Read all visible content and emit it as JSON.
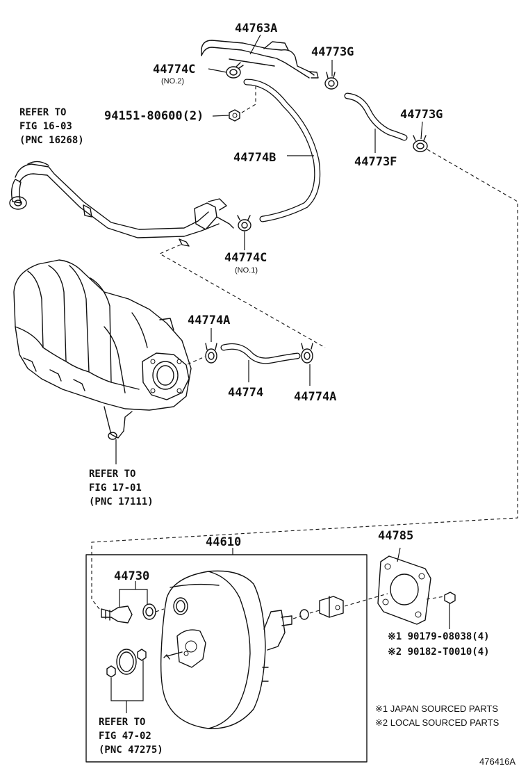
{
  "labels": {
    "p44763A": "44763A",
    "p44773G_top": "44773G",
    "p44774C_no2": "44774C",
    "no2": "(NO.2)",
    "p94151": "94151-80600(2)",
    "p44773G_mid": "44773G",
    "p44774B": "44774B",
    "p44773F": "44773F",
    "p44774C_no1": "44774C",
    "no1": "(NO.1)",
    "p44774A_left": "44774A",
    "p44774": "44774",
    "p44774A_right": "44774A",
    "p44610": "44610",
    "p44785": "44785",
    "p44730": "44730",
    "p90179": "※1 90179-08038(4)",
    "p90182": "※2 90182-T0010(4)"
  },
  "refs": {
    "fig16": {
      "line1": "REFER TO",
      "line2": "FIG 16-03",
      "line3": "(PNC 16268)"
    },
    "fig17": {
      "line1": "REFER TO",
      "line2": "FIG 17-01",
      "line3": "(PNC 17111)"
    },
    "fig47": {
      "line1": "REFER TO",
      "line2": "FIG 47-02",
      "line3": "(PNC 47275)"
    }
  },
  "notes": {
    "note1": "※1 JAPAN SOURCED PARTS",
    "note2": "※2 LOCAL SOURCED PARTS"
  },
  "diagram_id": "476416A"
}
